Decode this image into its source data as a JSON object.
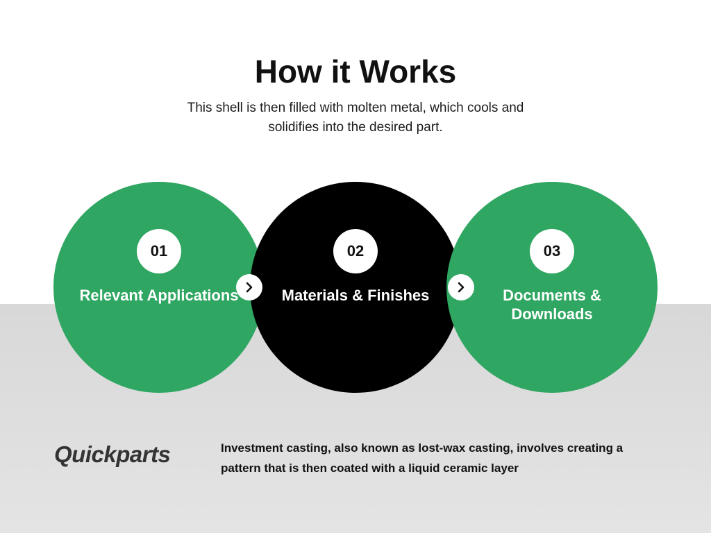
{
  "header": {
    "title": "How it Works",
    "subtitle": "This shell is then filled with molten metal, which cools and solidifies into the desired part."
  },
  "steps": [
    {
      "number": "01",
      "label": "Relevant Applications"
    },
    {
      "number": "02",
      "label": "Materials & Finishes"
    },
    {
      "number": "03",
      "label": "Documents & Downloads"
    }
  ],
  "arrows": {
    "icon": "chevron-right-icon",
    "glyph": "›"
  },
  "footer": {
    "logo": "Quickparts",
    "description": "Investment casting, also known as lost-wax casting, involves creating a pattern that is then coated with a liquid ceramic layer"
  },
  "colors": {
    "green": "#2fa661",
    "black": "#000000",
    "background_gray": "#dedede"
  }
}
